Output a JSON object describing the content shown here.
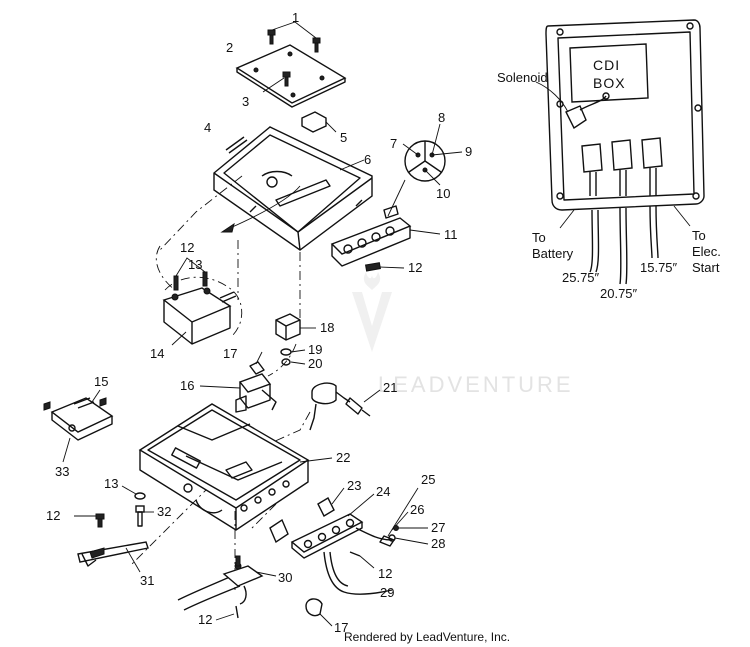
{
  "callouts": [
    {
      "id": "1",
      "text": "1"
    },
    {
      "id": "2",
      "text": "2"
    },
    {
      "id": "3",
      "text": "3"
    },
    {
      "id": "4",
      "text": "4"
    },
    {
      "id": "5",
      "text": "5"
    },
    {
      "id": "6",
      "text": "6"
    },
    {
      "id": "7",
      "text": "7"
    },
    {
      "id": "8",
      "text": "8"
    },
    {
      "id": "9",
      "text": "9"
    },
    {
      "id": "10",
      "text": "10"
    },
    {
      "id": "11",
      "text": "11"
    },
    {
      "id": "12a",
      "text": "12"
    },
    {
      "id": "12b",
      "text": "12"
    },
    {
      "id": "13a",
      "text": "13"
    },
    {
      "id": "14",
      "text": "14"
    },
    {
      "id": "15",
      "text": "15"
    },
    {
      "id": "16",
      "text": "16"
    },
    {
      "id": "17a",
      "text": "17"
    },
    {
      "id": "18",
      "text": "18"
    },
    {
      "id": "19",
      "text": "19"
    },
    {
      "id": "20",
      "text": "20"
    },
    {
      "id": "21",
      "text": "21"
    },
    {
      "id": "22",
      "text": "22"
    },
    {
      "id": "23",
      "text": "23"
    },
    {
      "id": "24",
      "text": "24"
    },
    {
      "id": "25",
      "text": "25"
    },
    {
      "id": "26",
      "text": "26"
    },
    {
      "id": "27",
      "text": "27"
    },
    {
      "id": "28",
      "text": "28"
    },
    {
      "id": "29",
      "text": "29"
    },
    {
      "id": "30",
      "text": "30"
    },
    {
      "id": "31",
      "text": "31"
    },
    {
      "id": "32",
      "text": "32"
    },
    {
      "id": "33",
      "text": "33"
    },
    {
      "id": "13b",
      "text": "13"
    },
    {
      "id": "12c",
      "text": "12"
    },
    {
      "id": "12d",
      "text": "12"
    },
    {
      "id": "12e",
      "text": "12"
    },
    {
      "id": "17b",
      "text": "17"
    }
  ],
  "inset": {
    "box_line1": "CDI",
    "box_line2": "BOX",
    "solenoid": "Solenoid",
    "to_battery_1": "To",
    "to_battery_2": "Battery",
    "to_elec_1": "To",
    "to_elec_2": "Elec.",
    "to_elec_3": "Start",
    "len_1": "25.75″",
    "len_2": "20.75″",
    "len_3": "15.75″"
  },
  "watermark": "LEADVENTURE",
  "footer": "Rendered by LeadVenture, Inc."
}
